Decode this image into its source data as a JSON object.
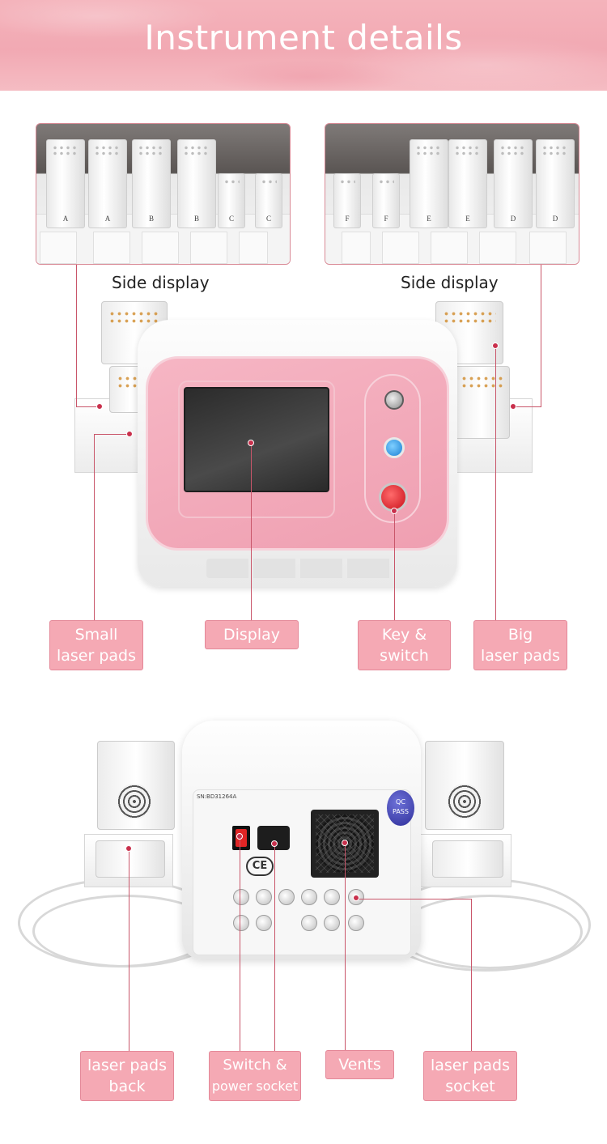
{
  "banner": {
    "title": "Instrument details"
  },
  "captions": {
    "left_side": "Side display",
    "right_side": "Side display"
  },
  "left_pads": [
    "A",
    "A",
    "B",
    "B",
    "C",
    "C"
  ],
  "right_pads": [
    "F",
    "F",
    "E",
    "E",
    "D",
    "D"
  ],
  "front_labels": {
    "small_pads": [
      "Small",
      "laser pads"
    ],
    "display": "Display",
    "key_switch": [
      "Key &",
      "switch"
    ],
    "big_pads": [
      "Big",
      "laser pads"
    ]
  },
  "back_labels": {
    "pads_back": [
      "laser pads",
      "back"
    ],
    "switch_socket": [
      "Switch &",
      "power socket"
    ],
    "vents": "Vents",
    "pads_socket": [
      "laser pads",
      "socket"
    ]
  },
  "device_marks": {
    "ce": "CE",
    "qc": [
      "QC",
      "PASS"
    ],
    "serial": "SN:BD31264A"
  },
  "colors": {
    "banner": "#f2a9b3",
    "label_bg": "#f5a9b4",
    "leader": "#c9566a",
    "marker": "#c9304c"
  }
}
